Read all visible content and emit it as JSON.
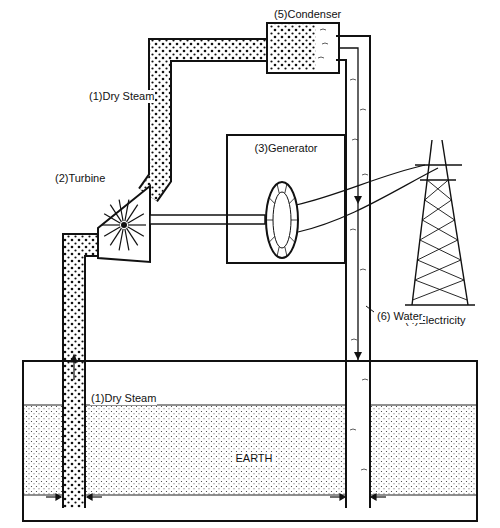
{
  "diagram": {
    "nodes": [
      {
        "text": [
          "(5)Condenser"
        ]
      },
      {
        "text": [
          "(3)Generator"
        ]
      },
      {
        "text": [
          "EARTH"
        ]
      }
    ],
    "edges": [
      {
        "from": 0,
        "to": 2,
        "arrow": "to"
      }
    ],
    "labels": [
      "(1)Dry Steam",
      "(2)Turbine",
      "(4)Electricity",
      "(6) Water",
      "(1)Dry Steam"
    ]
  }
}
